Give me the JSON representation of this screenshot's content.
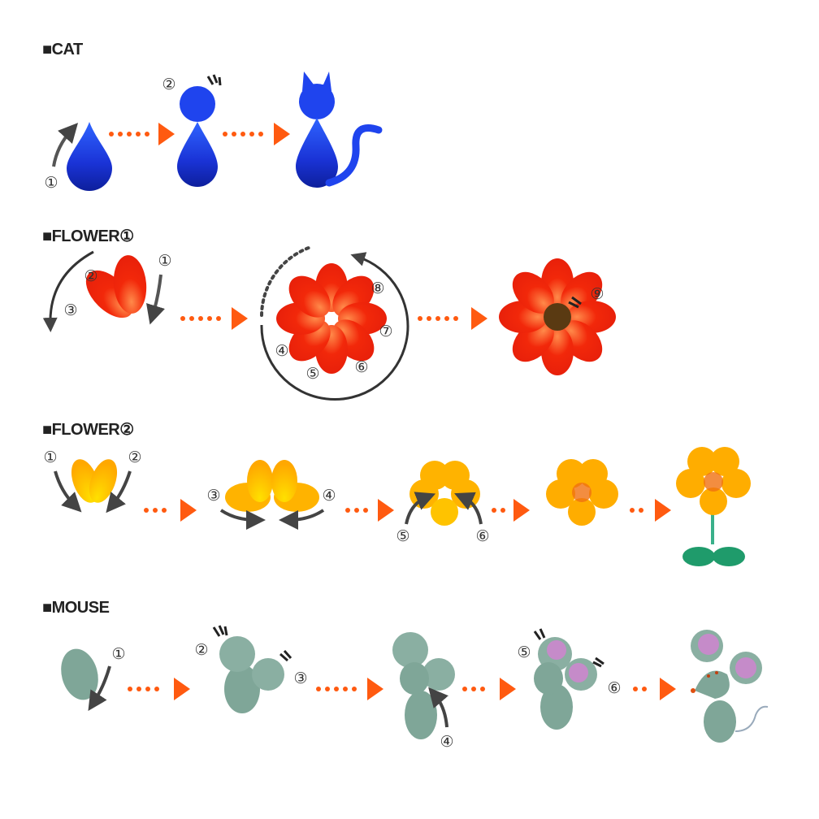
{
  "sections": [
    {
      "title": "■CAT",
      "steps": [
        "①",
        "②"
      ]
    },
    {
      "title": "■FLOWER①",
      "steps": [
        "①",
        "②",
        "③",
        "④",
        "⑤",
        "⑥",
        "⑦",
        "⑧",
        "⑨"
      ]
    },
    {
      "title": "■FLOWER②",
      "steps": [
        "①",
        "②",
        "③",
        "④",
        "⑤",
        "⑥"
      ]
    },
    {
      "title": "■MOUSE",
      "steps": [
        "①",
        "②",
        "③",
        "④",
        "⑤",
        "⑥"
      ]
    }
  ],
  "colors": {
    "cat": "#1a33d6",
    "flower1": "#f2280a",
    "flower2": "#ffae00",
    "mouse": "#7fa698",
    "arrow": "#ff5a10",
    "mouse_ear": "#c58bc9",
    "leaf": "#1f9b6b",
    "flower_center": "#5a3a12"
  }
}
